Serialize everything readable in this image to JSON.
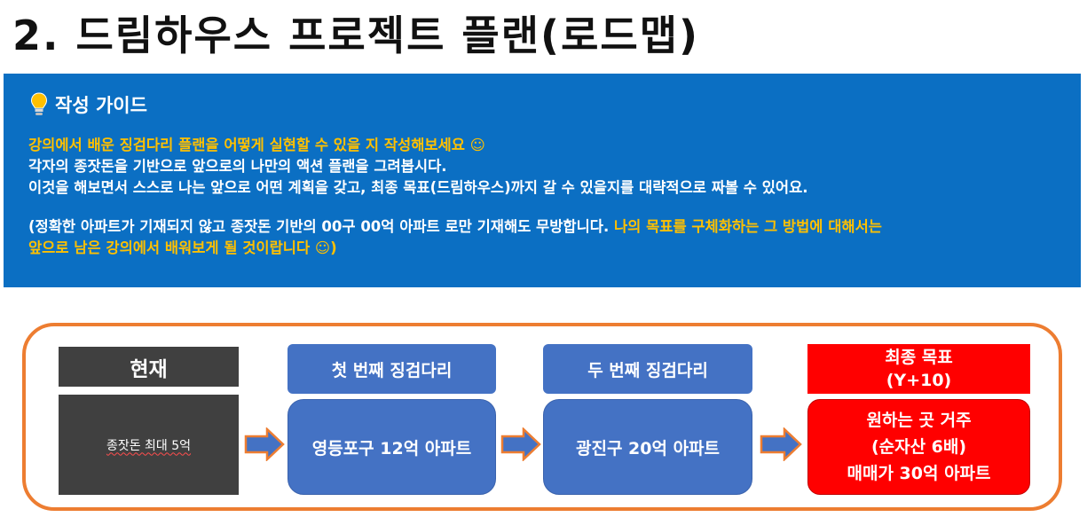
{
  "title": "2. 드림하우스 프로젝트 플랜(로드맵)",
  "guide": {
    "heading": "작성 가이드",
    "icon": "lightbulb-icon",
    "line1": "강의에서 배운 징검다리 플랜을 어떻게 실현할 수 있을 지 작성해보세요 ☺",
    "line2": "각자의 종잣돈을 기반으로 앞으로의 나만의 액션 플랜을 그려봅시다.",
    "line3": "이것을 해보면서 스스로 나는 앞으로 어떤 계획을 갖고, 최종 목표(드림하우스)까지 갈 수 있을지를 대략적으로 짜볼 수 있어요.",
    "line4_white": "(정확한 아파트가 기재되지 않고 종잣돈 기반의 00구 00억 아파트 로만 기재해도 무방합니다.",
    "line4_yellow": " 나의 목표를 구체화하는 그 방법에 대해서는",
    "line5_yellow": "앞으로 남은 강의에서 배워보게 될 것이랍니다 ☺)",
    "colors": {
      "background": "#0B6FC3",
      "highlight": "#FFC000"
    }
  },
  "roadmap": {
    "current": {
      "label": "현재",
      "value": "종잣돈 최대 5억"
    },
    "step1": {
      "label": "첫 번째 징검다리",
      "value": "영등포구 12억 아파트"
    },
    "step2": {
      "label": "두 번째 징검다리",
      "value": "광진구 20억 아파트"
    },
    "goal": {
      "label_line1": "최종 목표",
      "label_line2": "(Y+10)",
      "value_line1": "원하는 곳 거주",
      "value_line2": "(순자산 6배)",
      "value_line3": "매매가 30억 아파트"
    },
    "colors": {
      "border": "#ED7D31",
      "current": "#404040",
      "step": "#4472C4",
      "goal": "#FF0000",
      "arrow": "#4472C4",
      "arrow_outline": "#ED7D31"
    }
  }
}
